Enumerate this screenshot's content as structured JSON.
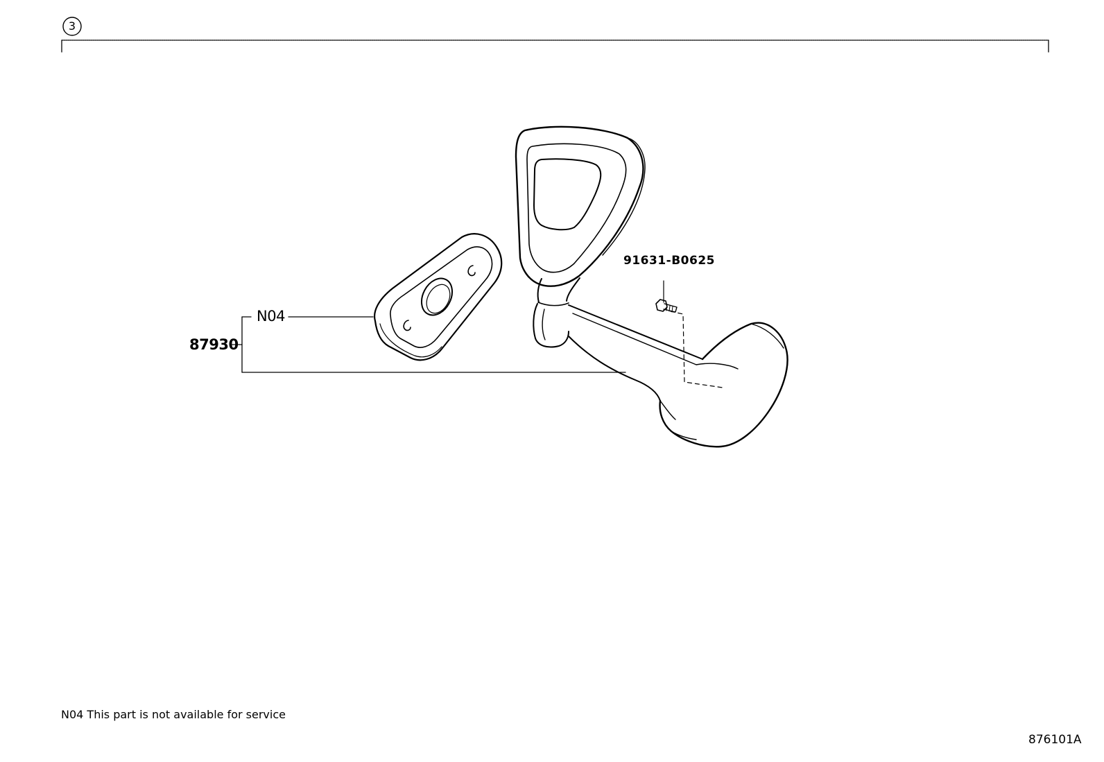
{
  "section": {
    "number": "3"
  },
  "callouts": {
    "cover_part_no": "91631-B0625",
    "assembly_part_no": "87930",
    "non_service_code": "N04"
  },
  "footnote": {
    "code": "N04",
    "text": "This part is not available for service"
  },
  "figure_code": "876101A",
  "colors": {
    "line": "#000000",
    "background": "#ffffff"
  },
  "icons": {
    "section_marker": "circled-number-icon",
    "bolt": "bolt-icon"
  }
}
